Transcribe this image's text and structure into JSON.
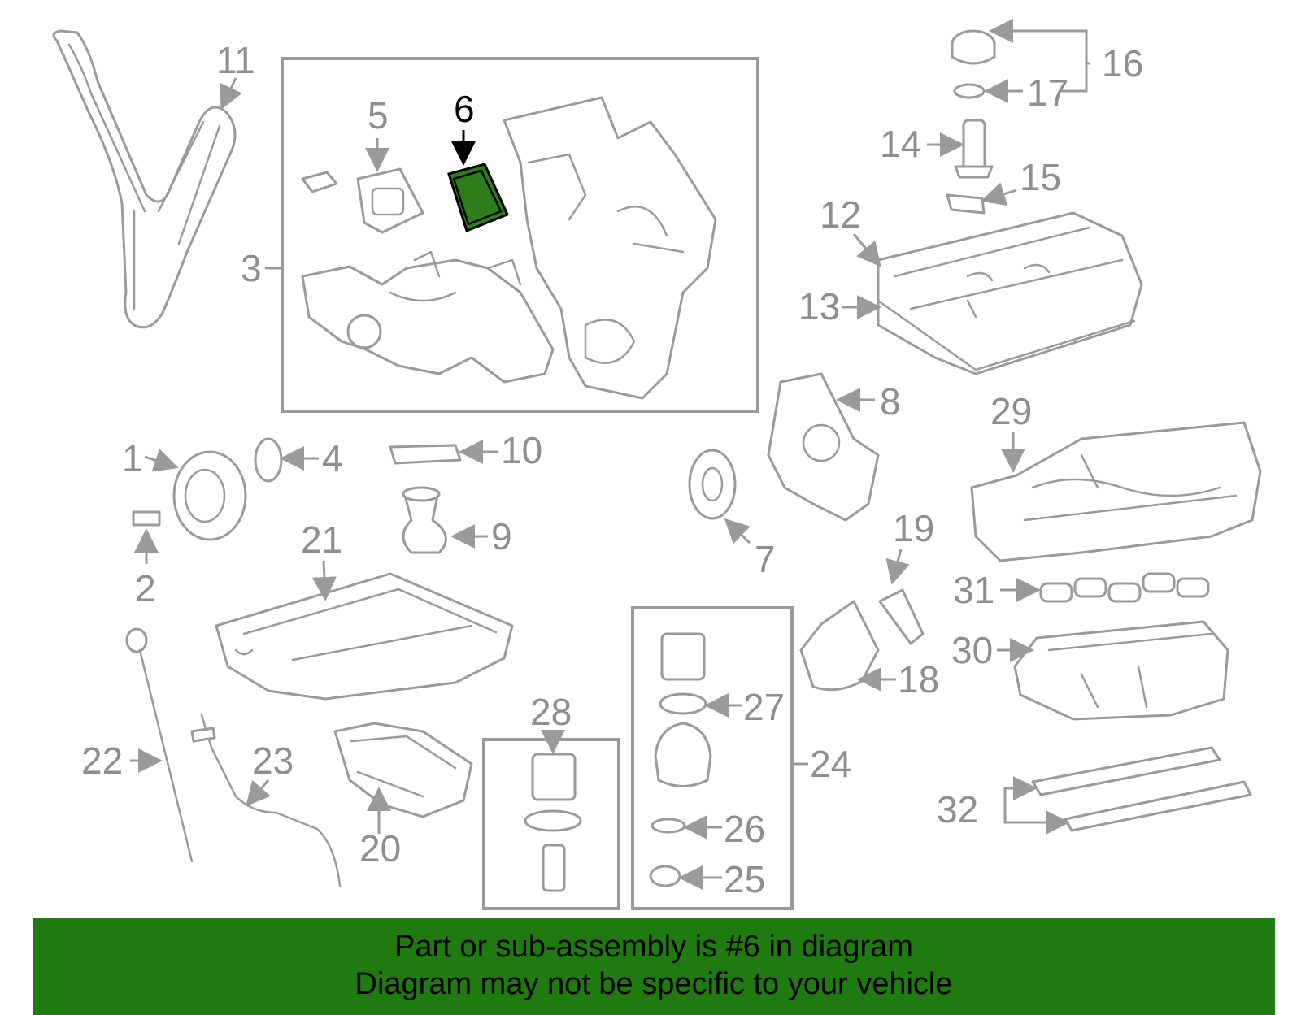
{
  "diagram": {
    "labels": [
      "1",
      "2",
      "3",
      "4",
      "5",
      "6",
      "7",
      "8",
      "9",
      "10",
      "11",
      "12",
      "13",
      "14",
      "15",
      "16",
      "17",
      "18",
      "19",
      "20",
      "21",
      "22",
      "23",
      "24",
      "25",
      "26",
      "27",
      "28",
      "29",
      "30",
      "31",
      "32"
    ],
    "highlighted_part": "6",
    "highlight_color": "#2e7d1a",
    "line_color": "#9a9a9a"
  },
  "banner": {
    "line1": "Part or sub-assembly is #6 in diagram",
    "line2": "Diagram may not be specific to your vehicle",
    "background": "#1f7a10"
  }
}
